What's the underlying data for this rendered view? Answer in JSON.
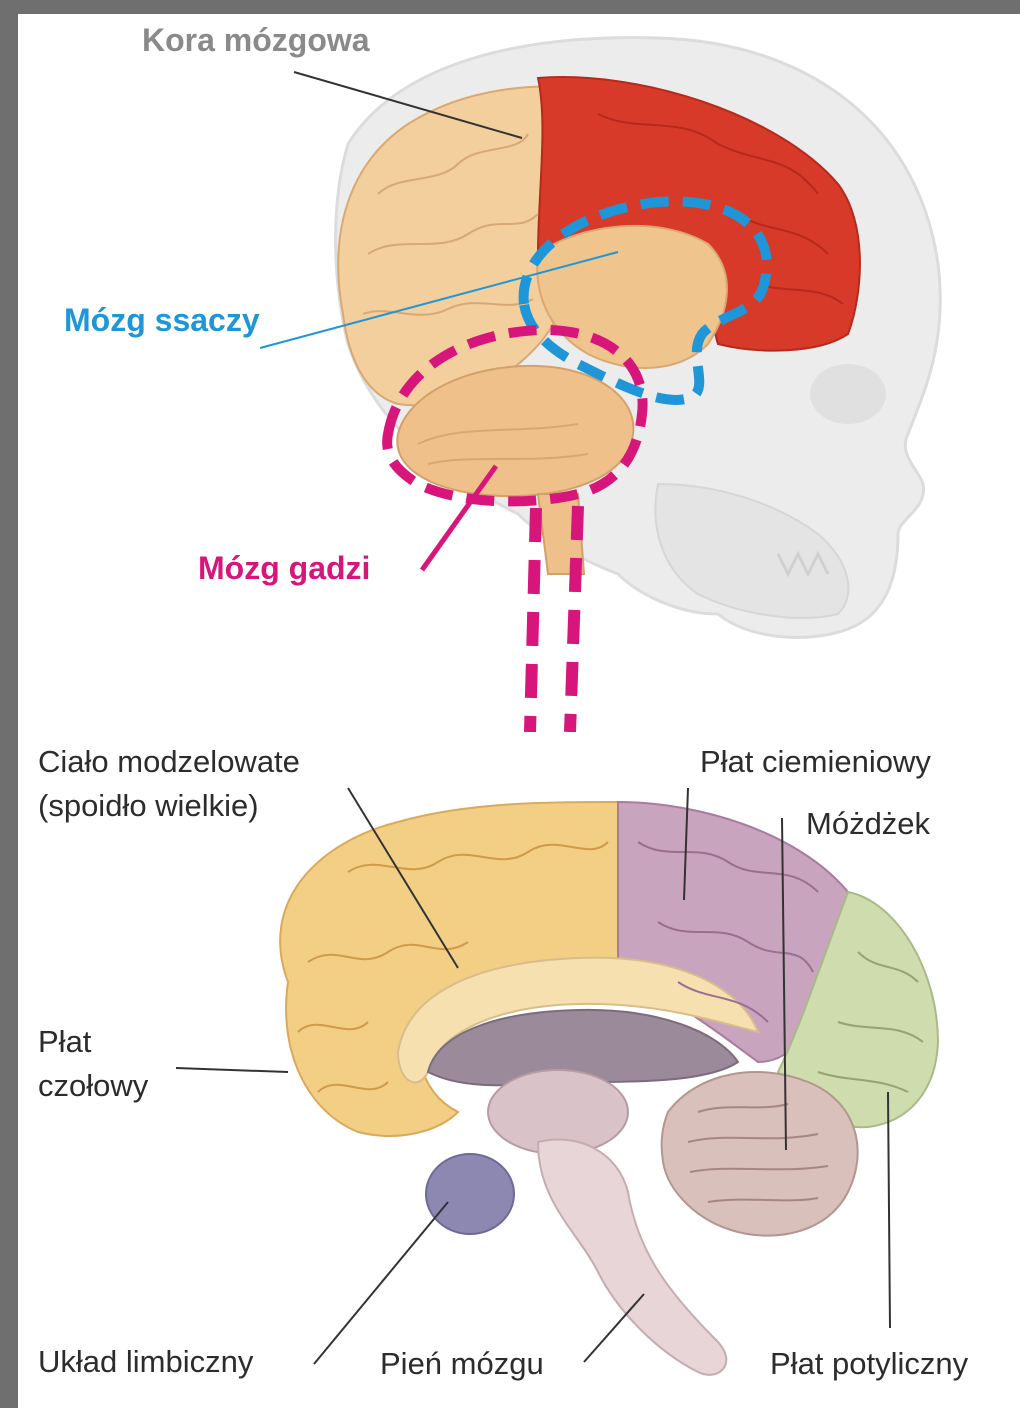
{
  "top_diagram": {
    "labels": {
      "cortex": "Kora mózgowa",
      "mammal": "Mózg ssaczy",
      "reptile": "Mózg gadzi"
    },
    "colors": {
      "cortex": "#8a8a8a",
      "mammal": "#1e96d8",
      "reptile": "#d8157a",
      "neocortex_fill": "#d83a2a",
      "brain_fill": "#f3cf9e"
    }
  },
  "bottom_diagram": {
    "labels": {
      "callosum_line1": "Ciało modzelowate",
      "callosum_line2": "(spoidło wielkie)",
      "parietal": "Płat ciemieniowy",
      "cerebellum": "Móżdżek",
      "frontal_line1": "Płat",
      "frontal_line2": "czołowy",
      "limbic": "Układ limbiczny",
      "brainstem": "Pień mózgu",
      "occipital": "Płat potyliczny"
    },
    "colors": {
      "frontal": "#f2cf85",
      "parietal": "#c9a4bf",
      "occipital": "#cfdcad",
      "limbic": "#8c88b2",
      "brainstem": "#e8d5d8"
    }
  }
}
